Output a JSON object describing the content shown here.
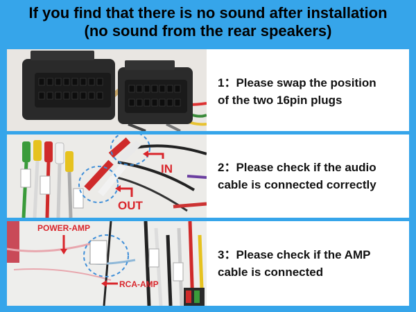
{
  "header": {
    "line1": "If you find that there is no sound after installation",
    "line2": "(no sound from the rear speakers)"
  },
  "steps": [
    {
      "text_line1": "1：Please swap the position",
      "text_line2": "of the two 16pin plugs"
    },
    {
      "text_line1": "2：Please check if the audio",
      "text_line2": "cable is connected correctly",
      "labels": {
        "in": "IN",
        "out": "OUT"
      }
    },
    {
      "text_line1": "3：Please check if the AMP",
      "text_line2": "cable is connected",
      "labels": {
        "power_amp": "POWER-AMP",
        "rca_amp": "RCA-AMP"
      }
    }
  ],
  "colors": {
    "background": "#36a5ea",
    "annotation_red": "#d9252b",
    "highlight_circle": "#3e8ed8"
  }
}
